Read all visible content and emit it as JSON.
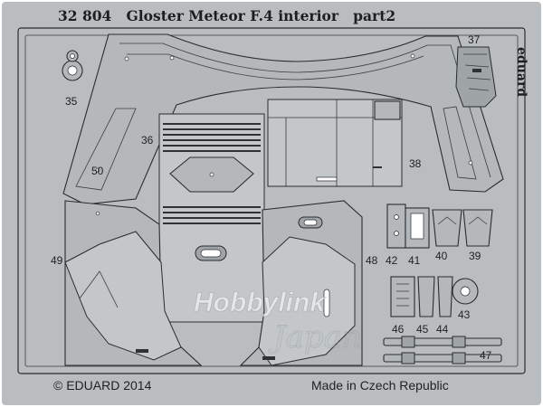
{
  "sheet": {
    "title": "32 804   Gloster Meteor F.4 interior   part2",
    "brand": "eduard",
    "copyright": "© EDUARD 2014",
    "origin": "Made in Czech Republic",
    "watermark": "Hobbylink",
    "watermark_sub": "Japan"
  },
  "part_numbers": {
    "p35": "35",
    "p36": "36",
    "p37": "37",
    "p38": "38",
    "p39": "39",
    "p40": "40",
    "p41": "41",
    "p42": "42",
    "p43": "43",
    "p44": "44",
    "p45": "45",
    "p46": "46",
    "p47": "47",
    "p48": "48",
    "p49": "49",
    "p50": "50"
  }
}
